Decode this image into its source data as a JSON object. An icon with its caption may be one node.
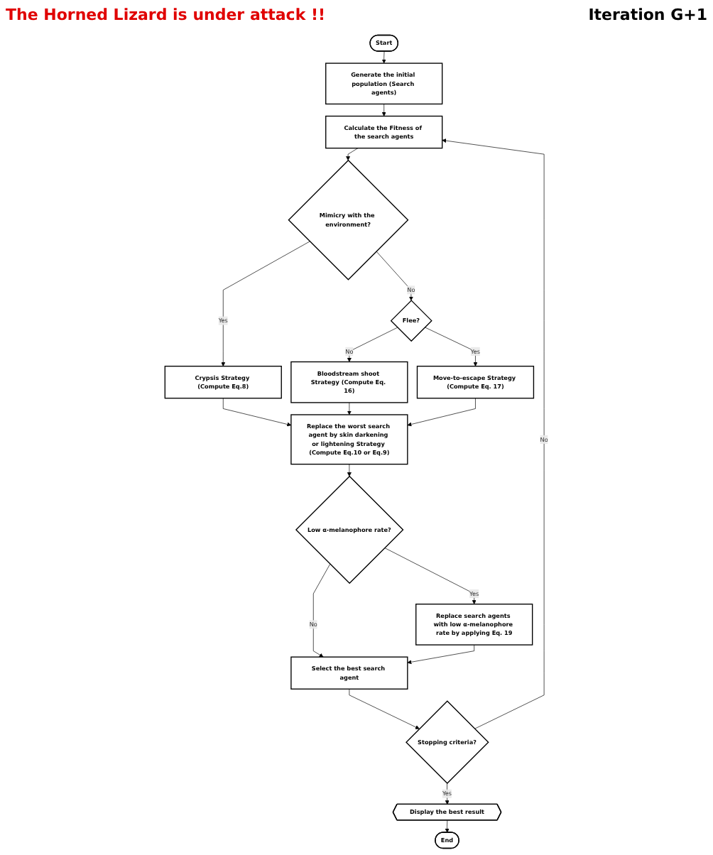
{
  "diagram": {
    "nodes": [
      {
        "text": [
          "Start"
        ]
      },
      {
        "text": [
          "Generate the initial population (Search agents)"
        ]
      },
      {
        "text": [
          "Calculate the Fitness of the search agents"
        ]
      },
      {
        "text": [
          "Mimicry with the environment?"
        ]
      },
      {
        "text": [
          "Crypsis Strategy (Compute Eq.8)"
        ]
      },
      {
        "text": [
          "Flee?"
        ]
      },
      {
        "text": [
          "Bloodstream shoot Strategy (Compute Eq. 16)"
        ]
      },
      {
        "text": [
          "Move-to-escape Strategy (Compute Eq. 17)"
        ]
      },
      {
        "text": [
          "Replace the worst search agent by skin darkening or lightening Strategy (Compute Eq.10 or Eq.9)"
        ]
      },
      {
        "text": [
          "Low α-melanophore rate?"
        ]
      },
      {
        "text": [
          "Replace search agents with low α-melanophore rate by applying Eq. 19"
        ]
      },
      {
        "text": [
          "Select the best search agent"
        ]
      },
      {
        "text": [
          "Stopping criteria?"
        ]
      },
      {
        "text": [
          "Display the best result"
        ]
      },
      {
        "text": [
          "End"
        ]
      }
    ],
    "edges": [
      {
        "from": 0,
        "to": 1,
        "arrow": "to"
      },
      {
        "from": 1,
        "to": 2,
        "arrow": "to"
      },
      {
        "from": 2,
        "to": 3,
        "arrow": "to"
      },
      {
        "from": 3,
        "to": 4,
        "label": "Yes",
        "arrow": "to"
      },
      {
        "from": 3,
        "to": 5,
        "label": "No",
        "arrow": "to"
      },
      {
        "from": 5,
        "to": 6,
        "label": "No",
        "arrow": "to"
      },
      {
        "from": 5,
        "to": 7,
        "label": "Yes",
        "arrow": "to"
      },
      {
        "from": 4,
        "to": 8,
        "arrow": "to"
      },
      {
        "from": 6,
        "to": 8,
        "arrow": "to"
      },
      {
        "from": 7,
        "to": 8,
        "arrow": "to"
      },
      {
        "from": 8,
        "to": 9,
        "arrow": "to"
      },
      {
        "from": 9,
        "to": 10,
        "label": "Yes",
        "arrow": "to"
      },
      {
        "from": 9,
        "to": 11,
        "label": "No",
        "arrow": "to"
      },
      {
        "from": 10,
        "to": 11,
        "arrow": "to"
      },
      {
        "from": 11,
        "to": 12,
        "arrow": "to"
      },
      {
        "from": 12,
        "to": 13,
        "label": "Yes",
        "arrow": "to"
      },
      {
        "from": 12,
        "to": 2,
        "label": "No",
        "arrow": "to"
      },
      {
        "from": 13,
        "to": 14,
        "arrow": "to"
      }
    ],
    "labels": [
      "The Horned Lizard is under attack !!",
      "Iteration G+1"
    ]
  }
}
